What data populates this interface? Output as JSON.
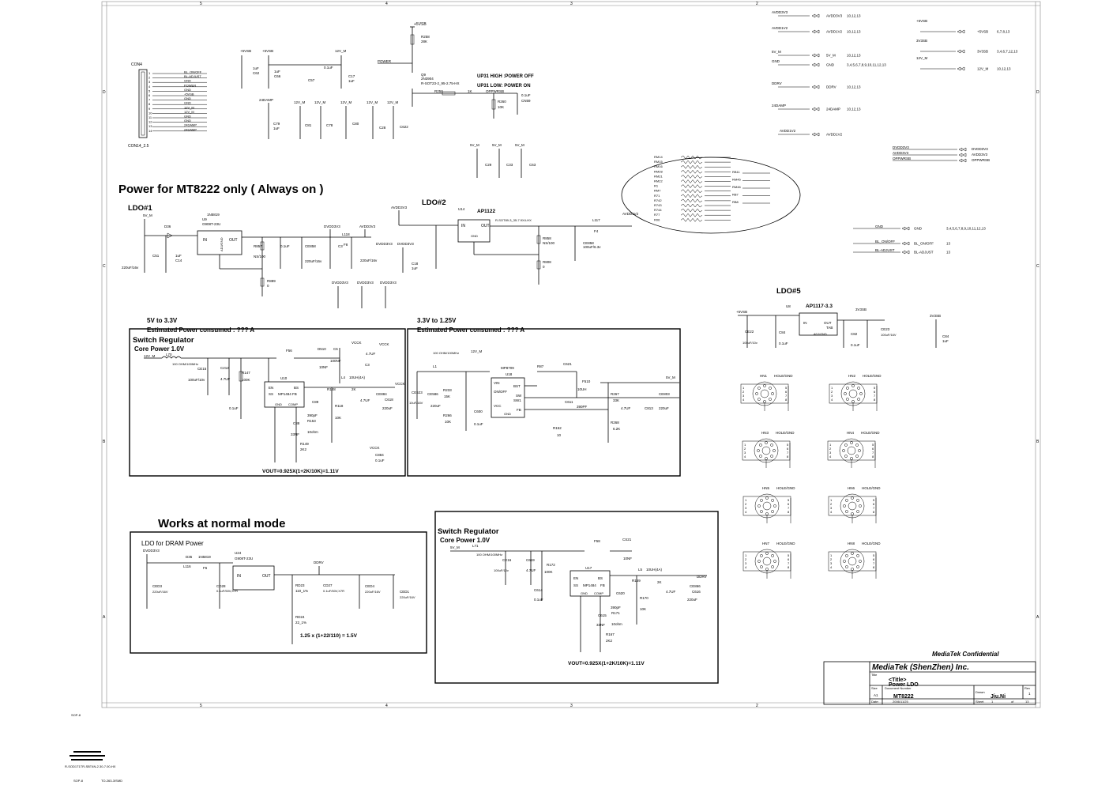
{
  "headings": {
    "main_title": "Power for MT8222 only ( Always on )",
    "ldo1": "LDO#1",
    "ldo2": "LDO#2",
    "ldo5": "LDO#5",
    "normal_mode": "Works at  normal mode",
    "v5_to_33": "5V to 3.3V",
    "v33_to_125": "3.3V to 1.25V",
    "est_power_1": "Estimated Power consumed : ??? A",
    "est_power_2": "Estimated Power consumed : ??? A",
    "sw_reg_1": "Switch Regulator",
    "core_power_1": "Core Power 1.0V",
    "sw_reg_2": "Switch Regulator",
    "core_power_2": "Core Power 1.0V",
    "ldo_dram": "LDO for DRAM Power",
    "vout_1": "VOUT=0.925X(1+2K/10K)=1.11V",
    "vout_2": "VOUT=0.925X(1+2K/10K)=1.11V",
    "dram_formula": "1.25 x (1+22/110) = 1.5V",
    "up31_high": "UP31  HIGH :POWER OFF",
    "up31_low": "UP31 LOW: POWER ON",
    "confidential": "MediaTek Confidential"
  },
  "chips": {
    "u9": "U9",
    "g908": "G908T-23U",
    "u10": "U10",
    "mp1484_a": "MP1484",
    "u14": "U14",
    "ap1122": "AP1122",
    "mp8709": "MP8709",
    "u18": "U18",
    "u8": "U8",
    "ap1117": "AP1117-3.3",
    "u17": "U17",
    "mp1484_b": "MP1484",
    "u24": "U24",
    "g908_b": "G908T-23U"
  },
  "connector": {
    "ref": "CON4",
    "footprint": "CON14_2.5",
    "pins": [
      "1",
      "2",
      "3",
      "4",
      "5",
      "6",
      "7",
      "8",
      "9",
      "10",
      "11",
      "12",
      "13",
      "14"
    ],
    "signals": [
      "BL_ON/OFF",
      "BL-ADJUST",
      "GND",
      "POWER",
      "GND",
      "+5VSB",
      "GND",
      "GND",
      "12V_M",
      "12V_M",
      "GND",
      "GND",
      "24DAMP",
      "24DAMP"
    ]
  },
  "nets": {
    "v5vsb": "+5VSB",
    "v12": "12V_M",
    "v5": "5V_M",
    "avdd33": "AVDD3V3",
    "dvdd33": "DVDD3V3",
    "avdd1v2": "AVDD1V2",
    "ddrv": "DDRV",
    "v3v3sb": "3V3SB",
    "power": "POWER",
    "gnd": "GND",
    "vcck": "VCCK",
    "oppwrsb": "OPPWRSB"
  },
  "right_nets": [
    {
      "name": "AVDD3V3",
      "pages": "10,12,13"
    },
    {
      "name": "AVDD1V2",
      "pages": "10,12,13"
    },
    {
      "name": "5V_M",
      "pages": "10,12,13"
    },
    {
      "name": "GND",
      "pages": "3,4,5,6,7,8,9,10,11,12,13"
    },
    {
      "name": "DDRV",
      "pages": "10,12,13"
    },
    {
      "name": "24DAMP",
      "pages": "10,12,13"
    },
    {
      "name": "AVDD1V2",
      "pages": ""
    }
  ],
  "far_right_nets": [
    {
      "name": "+5VSB",
      "pages": "6,7,8,13"
    },
    {
      "name": "3V3SB",
      "pages": "3,4,6,7,12,13"
    },
    {
      "name": "12V_M",
      "pages": "10,12,13"
    }
  ],
  "misc_nets": [
    {
      "name": "GND",
      "pages": "3,4,5,6,7,8,9,10,11,12,13"
    },
    {
      "name": "BL_ON/OFF",
      "pages": "13"
    },
    {
      "name": "BL-ADJUST",
      "pages": "13"
    }
  ],
  "dv_nets": [
    "DVDD3V3",
    "AVDD3V3",
    "OPPWRSB"
  ],
  "resistor_bank": [
    "RM14",
    "RM15",
    "RM16",
    "RM28",
    "RM21",
    "RM22",
    "R1",
    "RM7",
    "R71",
    "R742",
    "R743",
    "R744",
    "R77",
    "R06"
  ],
  "resistor_bank_right": [
    "RB11",
    "RM45",
    "RM46",
    "RB7",
    "RB8"
  ],
  "holes": [
    {
      "ref": "HN1",
      "label": "HOLE/GND"
    },
    {
      "ref": "HN2",
      "label": "HOLE/GND"
    },
    {
      "ref": "HN3",
      "label": "HOLE/GND"
    },
    {
      "ref": "HN4",
      "label": "HOLE/GND"
    },
    {
      "ref": "HN5",
      "label": "HOLE/GND"
    },
    {
      "ref": "HN6",
      "label": "HOLE/GND"
    },
    {
      "ref": "HN7",
      "label": "HOLE/GND"
    },
    {
      "ref": "HN8",
      "label": "HOLE/GND"
    }
  ],
  "hole_pins": [
    "1",
    "2",
    "3",
    "4",
    "5",
    "6",
    "7",
    "8",
    "9"
  ],
  "components": {
    "r258": "R258",
    "r258v": "28K",
    "q9": "Q9",
    "q9p": "2N3904",
    "q9f": "R-SOT23-2_95-2.75-HX",
    "r258b": "R258",
    "r258bv": "1K",
    "r260": "R260",
    "r260v": "10K",
    "c59": "0.1uF",
    "c59r": "CN59",
    "c62": "C62",
    "c62v": "1uF",
    "c66": "C66",
    "c57": "C57",
    "c57v": "0.1uF",
    "c17": "C17",
    "c17v": "1uF",
    "cdamp": "24DAMP",
    "c79": "C79",
    "c81": "C81",
    "c78": "C78",
    "c80": "C80",
    "c28": "C28",
    "c622": "C622",
    "d36": "D36",
    "ss": "1N5819",
    "c51": "C51",
    "c14": "C14",
    "c51v": "220uF/16v",
    "c14v": "1uF",
    "r857": "R857",
    "r857v": "NS/100",
    "r889": "R889",
    "r889v": "0",
    "l118": "L118",
    "f8": "F8",
    "c3": "C3",
    "c3v": "220uF/16v",
    "c18": "C18",
    "c18v": "1uF",
    "l117": "L117",
    "f4": "F4",
    "ce858": "CE858",
    "ce858v": "100uF/6.3v",
    "r858": "R858",
    "r858v": "NS/100",
    "r808": "R808",
    "r808v": "0",
    "u14f": "R-SOT89-3_35-7.9X4-HX",
    "c29": "C29",
    "c33": "C33",
    "c63": "C63",
    "l70": "L70",
    "l70v": "100 OHM/100MHz",
    "ce15": "CE15",
    "ce15v": "100uF/10v",
    "c212": "C212",
    "c212v": "4.7UF",
    "r147": "R147",
    "r147v": "100K",
    "f56": "F56",
    "d510": "D510",
    "c6": "C6",
    "c6v": "100NF",
    "l4": "L4",
    "l4v": "10UH(4A)",
    "r148": "R148",
    "r148v": "2K",
    "r118": "R118",
    "r118v": "10K",
    "ce884": "CE884",
    "c618": "C618",
    "c618v": "220uF",
    "c89": "C89",
    "r153": "R153",
    "r153v": "10ohm",
    "r149": "R149",
    "r149v": "2K2",
    "c88": "C88",
    "c88v": "33NF",
    "c884": "C884",
    "c884v": "0.1uF",
    "l1": "L1",
    "l1v": "100 OHM/100MHz",
    "ce523": "CE523",
    "ce523v": "10uF/16V",
    "c5886": "CE586",
    "r233": "R233",
    "r233v": "15K",
    "r266": "R266",
    "r266v": "10K",
    "c600": "C600",
    "r87": "R87",
    "c621": "C621",
    "f510": "F510",
    "f510v": "10UH",
    "r267": "R267",
    "r267v": "33K",
    "r268": "R268",
    "r268v": "6.2K",
    "c611": "C611",
    "c611v": "390PF",
    "r152": "R152",
    "r152v": "10",
    "ce803": "CE803",
    "ce803v": "220uF",
    "c813": "C813",
    "ce22": "CE22",
    "ce22v": "100uF/10v",
    "c84": "C84",
    "c84v": "0.1uF",
    "c82": "C82",
    "c82v": "0.1uF",
    "ce23": "CE23",
    "ce23v": "100uF/16V",
    "d35": "D35",
    "l116": "L116",
    "f6": "F6",
    "ced3": "CED3",
    "ced3v": "220uF/16V",
    "cd28": "CD28",
    "cd28v": "0.1uF/50V,X7R",
    "rd23": "RD23",
    "rd23v": "110_1%",
    "rd24": "RD24",
    "rd24v": "22_1%",
    "cd27": "CD27",
    "cd27v": "0.1uF/50V,X7R",
    "ced4": "CED4",
    "ced4v": "220uF/16V",
    "ced1": "CED1",
    "ced1v": "220uF/16V",
    "l71": "L71",
    "l71v": "100 OHM/100MHz",
    "ce16": "CE16",
    "ce16v": "100uF/10v",
    "c619": "C619",
    "r172": "R172",
    "r172v": "100K",
    "c614": "C614",
    "c614v": "0.1uF",
    "f58": "F58",
    "cs21": "CS21",
    "cs21v": "10NF",
    "l5": "L5",
    "l5v": "10UH(4A)",
    "r169": "R169",
    "r169v": "2K",
    "r170": "R170",
    "r170v": "10K",
    "c620": "C620",
    "c620v": "390pF",
    "r171": "R171",
    "r171v": "10ohm",
    "c615": "C615",
    "c615v": "33NF",
    "r167": "R167",
    "r167v": "2K2",
    "ce866": "CE866",
    "c616": "C616",
    "c616v": "220uF",
    "c616b": "4.7UF"
  },
  "ic_pins": {
    "in": "IN",
    "out": "OUT",
    "gnd": "GND",
    "adj": "ADJ/GND",
    "tab": "TAB",
    "en": "EN",
    "ss": "SS",
    "fb": "FB",
    "comp": "COMP",
    "bs": "BS",
    "sw": "SW",
    "vin": "VIN",
    "onoff": "ON/OFF",
    "vcc": "VCC",
    "bst": "BST",
    "sw1": "SW1"
  },
  "title_block": {
    "company": "MediaTek (ShenZhen) Inc.",
    "title_label": "Title",
    "title_tag": "<Title>",
    "title_value": "Power LDO",
    "size_label": "Size",
    "size_value": "A1",
    "docnum_label": "Document Number",
    "docnum_value": "MT8222",
    "rev_label": "Rev",
    "rev_value": "1",
    "drawn_label": "Drawn",
    "drawn_value": "Jiu.Ni",
    "date_label": "Date:",
    "date_value": "2006/11/25",
    "sheet_label": "Sheet",
    "sheet_value": "1",
    "of_label": "of",
    "of_value": "13"
  },
  "border": {
    "cols": [
      "5",
      "4",
      "3",
      "2"
    ],
    "rows": [
      "D",
      "C",
      "B",
      "A"
    ]
  },
  "footer_notes": [
    "SOP-8",
    "SOP-8",
    "TO-263-3/SMD",
    "R-SOD1T1TR-SBT4N-2.30-7.00-HX"
  ]
}
